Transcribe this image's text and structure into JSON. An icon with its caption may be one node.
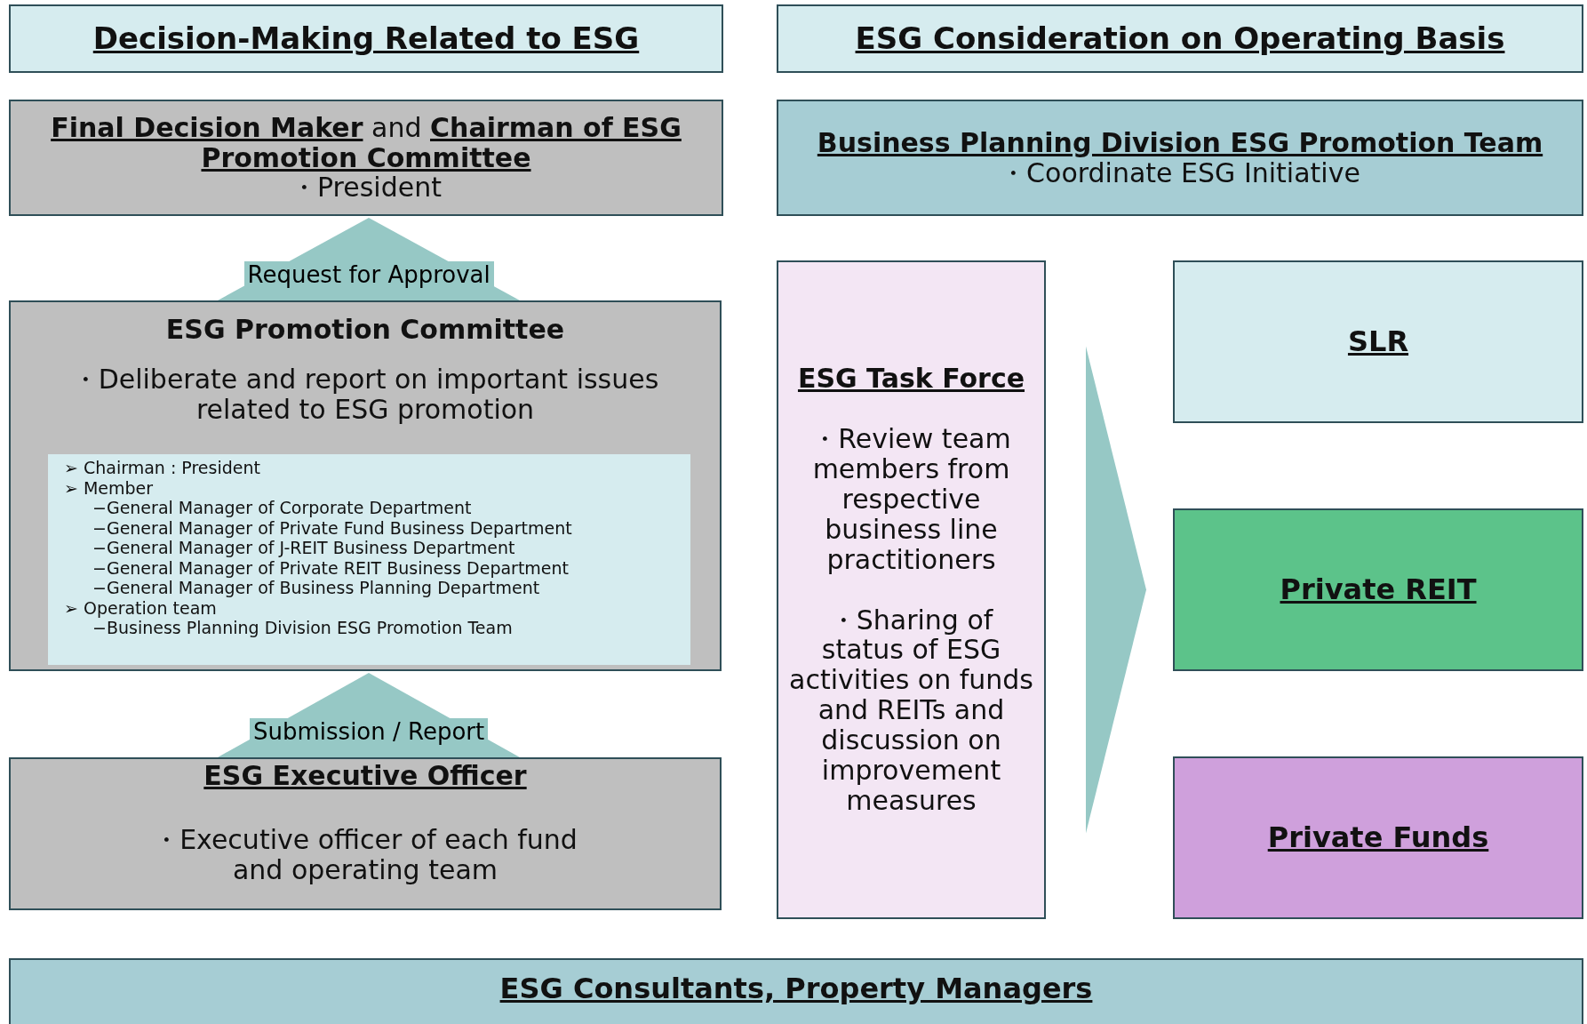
{
  "diagram": {
    "nodes": [
      {
        "text": [
          "Decision-Making Related to ESG"
        ]
      },
      {
        "text": [
          "ESG Consideration on Operating Basis"
        ]
      },
      {
        "text": [
          "**Final Decision Maker** and **Chairman of ESG Promotion Committee**",
          "・President"
        ]
      },
      {
        "text": [
          "Business Planning Division ESG Promotion Team",
          "・Coordinate ESG Initiative"
        ]
      },
      {
        "text": [
          "ESG Promotion Committee",
          "・Deliberate and report on important issues related to ESG promotion"
        ]
      },
      {
        "text": [
          "➢ Chairman : President",
          "➢ Member",
          "−General Manager of Corporate Department",
          "−General Manager of Private Fund Business Department",
          "−General Manager of J-REIT Business Department",
          "−General Manager of Private REIT Business Department",
          "−General Manager of Business Planning Department",
          "➢ Operation team",
          "−Business Planning Division ESG Promotion Team"
        ],
        "in": 4
      },
      {
        "text": [
          "ESG Executive Officer",
          "・Executive officer of each fund and operating team"
        ]
      },
      {
        "text": [
          "ESG Task Force",
          "・Review team members from respective business line practitioners",
          "・Sharing of status of ESG activities on funds and REITs and discussion on improvement measures"
        ]
      },
      {
        "text": [
          "SLR"
        ]
      },
      {
        "text": [
          "Private REIT"
        ]
      },
      {
        "text": [
          "Private Funds"
        ]
      },
      {
        "text": [
          "ESG Consultants, Property Managers"
        ]
      }
    ],
    "edges": [
      {
        "from": 4,
        "to": 2,
        "arrow": "to",
        "label": "Request for Approval"
      },
      {
        "from": 6,
        "to": 4,
        "arrow": "to",
        "label": "Submission / Report"
      },
      {
        "from": 7,
        "to": 9,
        "arrow": "to"
      }
    ]
  }
}
